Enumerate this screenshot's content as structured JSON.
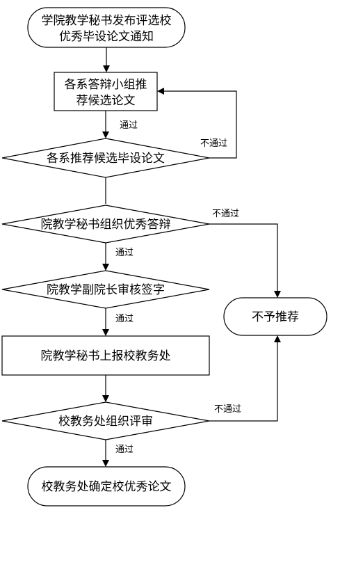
{
  "flowchart": {
    "start": {
      "line1": "学院教学秘书发布评选校",
      "line2": "优秀毕设论文通知"
    },
    "step_group_defense": {
      "line1": "各系答辩小组推",
      "line2": "荐候选论文"
    },
    "decision_dept": "各系推荐候选毕设论文",
    "decision_secretary": "院教学秘书组织优秀答辩",
    "decision_vice_dean": "院教学副院长审核签字",
    "step_report": "院教学秘书上报校教务处",
    "decision_university": "校教务处组织评审",
    "end_confirm": "校教务处确定校优秀论文",
    "end_reject": "不予推荐"
  },
  "edge_labels": {
    "pass_1": "通过",
    "fail_1": "不通过",
    "fail_2": "不通过",
    "pass_2": "通过",
    "pass_3": "通过",
    "fail_3": "不通过",
    "pass_4": "通过"
  }
}
